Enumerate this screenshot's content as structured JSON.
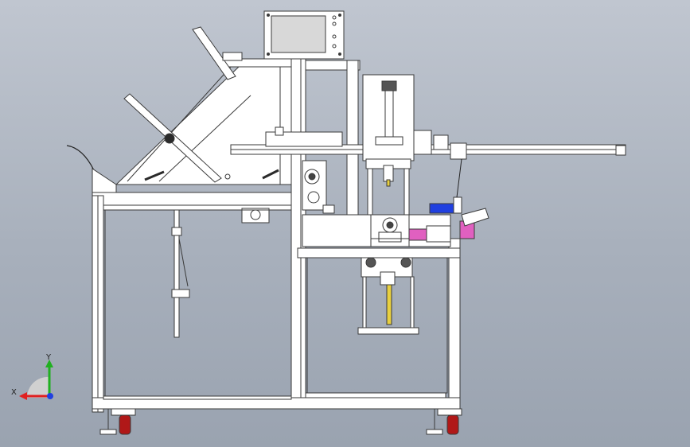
{
  "axis_triad": {
    "x_label": "X",
    "y_label": "Y",
    "x_color": "#e02020",
    "y_color": "#20b020",
    "z_color": "#2040e0"
  },
  "colors": {
    "background_top": "#c0c6d0",
    "background_bottom": "#9aa3b0",
    "frame_fill": "#ffffff",
    "frame_stroke": "#3a3a3a",
    "screen": "#d8d8d8",
    "accent_pink": "#e060c0",
    "accent_blue": "#2040e0",
    "accent_yellow": "#e8d040",
    "wheel_red": "#b01818"
  },
  "components": [
    "hmi-touch-screen",
    "feed-hopper",
    "cylinder-assembly",
    "pusher-rail",
    "caster-wheels"
  ]
}
